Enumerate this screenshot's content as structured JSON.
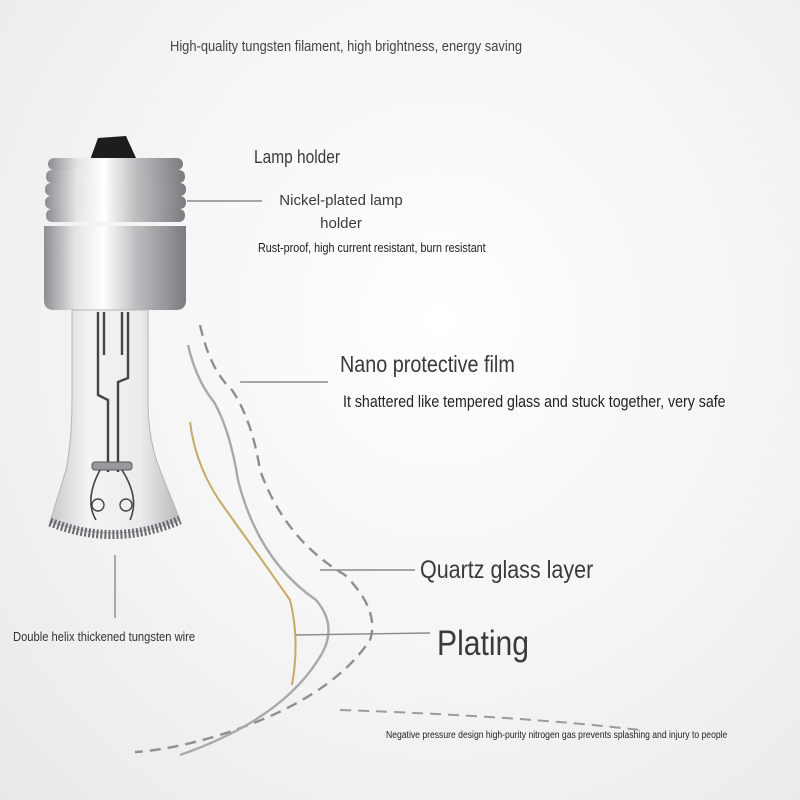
{
  "header": {
    "tagline": "High-quality tungsten filament, high brightness, energy saving"
  },
  "labels": {
    "lamp_holder": {
      "title": "Lamp holder",
      "subtitle": "Nickel-plated lamp holder",
      "description": "Rust-proof, high current resistant, burn resistant"
    },
    "nano_film": {
      "title": "Nano protective film",
      "description": "It shattered like tempered glass and stuck together, very safe"
    },
    "quartz": {
      "title": "Quartz glass layer"
    },
    "plating": {
      "title": "Plating"
    },
    "tungsten": {
      "description": "Double helix thickened tungsten wire"
    },
    "nitrogen": {
      "description": "Negative pressure design high-purity nitrogen gas prevents splashing and injury to people"
    }
  },
  "colors": {
    "leader_line": "#8a8a8a",
    "plating_line": "#c8a866",
    "quartz_line": "#a9a9ab",
    "film_dash": "#8f8f92",
    "metal_light": "#e4e4e6",
    "metal_dark": "#8d8d91",
    "cap_black": "#1d1d1f"
  }
}
